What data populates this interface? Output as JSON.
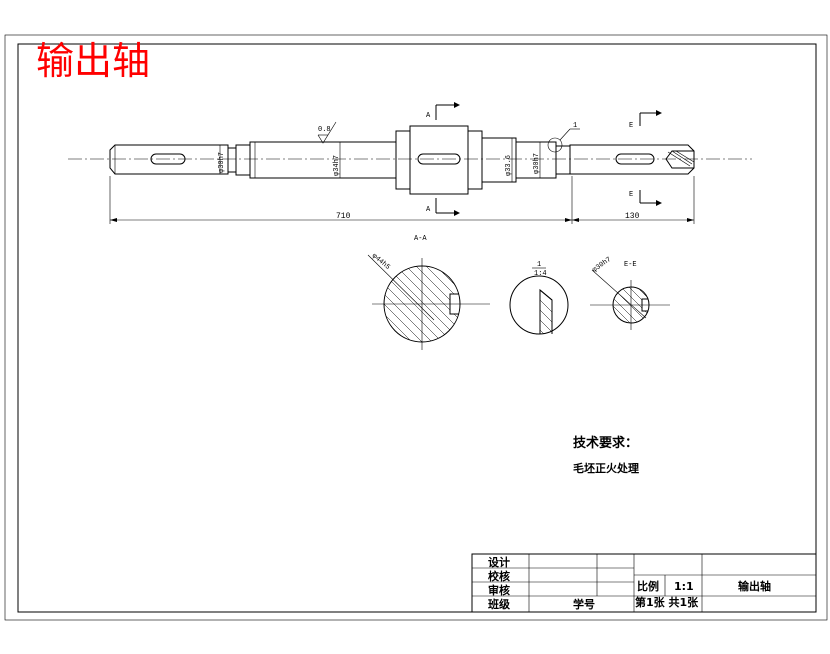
{
  "drawing": {
    "title": "输出轴",
    "dimensions": {
      "length_main": "710",
      "length_end": "130",
      "dia_left": "φ30h7",
      "dia_mid": "φ34h7",
      "dia_gear": "φ33.6",
      "dia_right": "φ30h7",
      "roughness": "0.8",
      "detail_ref": "1"
    },
    "sections": {
      "a_label": "A",
      "a_title": "A-A",
      "a_dim": "φ44h5",
      "detail_title": "1",
      "detail_scale": "1:4",
      "e_label": "E",
      "e_title": "E-E",
      "e_dim": "φ30h7"
    },
    "notes": {
      "heading": "技术要求：",
      "text": "毛坯正火处理"
    }
  },
  "title_block": {
    "design": "设计",
    "check": "校核",
    "review": "审核",
    "class": "班级",
    "student_no": "学号",
    "scale_label": "比例",
    "scale_value": "1:1",
    "part_name": "输出轴",
    "sheet_info": "第1张 共1张"
  }
}
